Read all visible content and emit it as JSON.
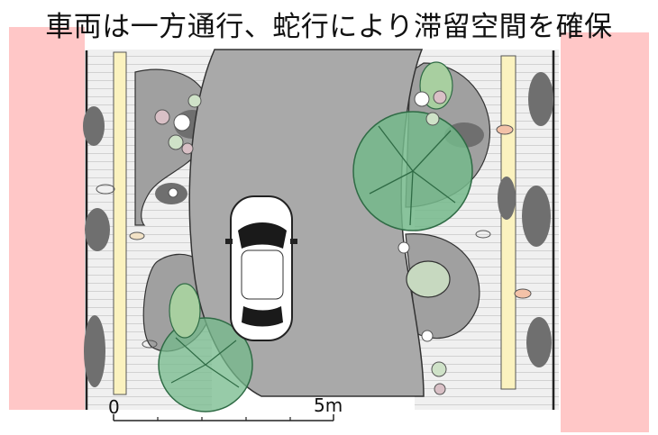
{
  "title": "車両は一方通行、蛇行により滞留空間を確保",
  "scale": {
    "start_label": "0",
    "end_label": "5m"
  },
  "colors": {
    "boundary": "#ffc7c7",
    "road": "#a9a9a9",
    "planter": "#a0a0a0",
    "stone": "#6f6f6f",
    "paving": "#eeeeee",
    "bollard_strip": "#fbf2bf",
    "tree": "#74b98b",
    "car": "#ffffff"
  }
}
